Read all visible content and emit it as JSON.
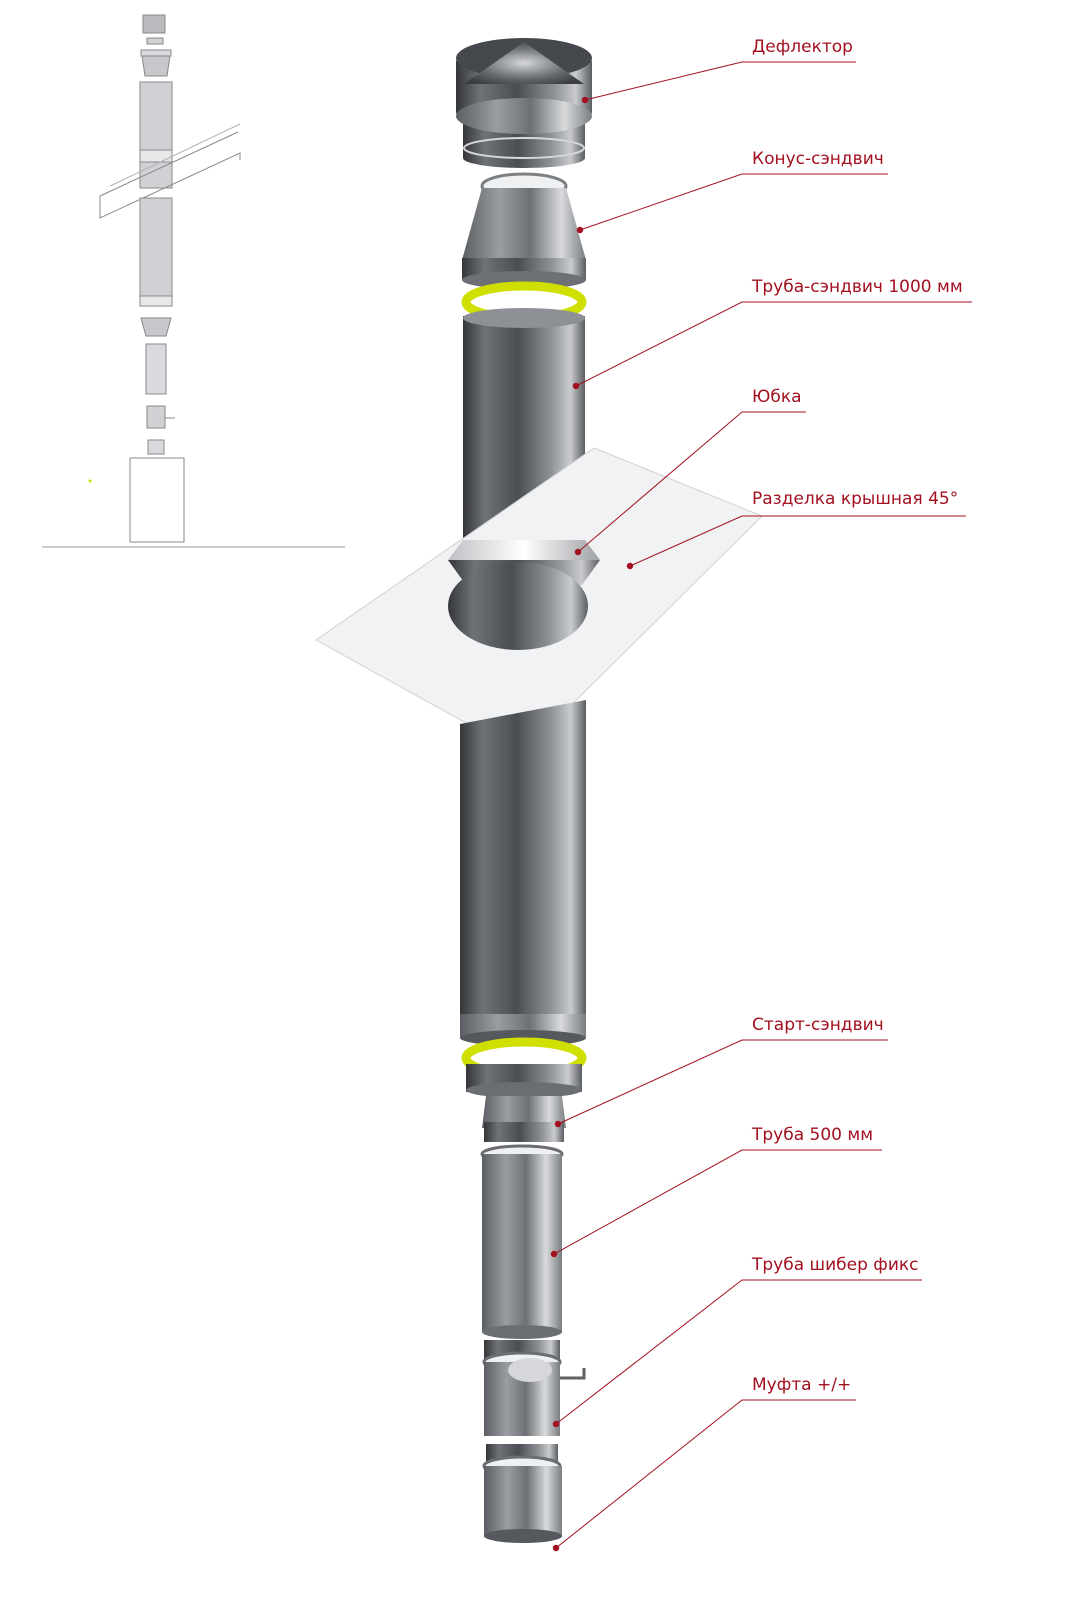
{
  "colors": {
    "accent": "#a3101f",
    "steel_dark": "#3b3d40",
    "steel_mid": "#8c8f93",
    "steel_light": "#e4e6e8",
    "seal": "#cfe000",
    "roof_plate": "#f1f2f3",
    "sketch_line": "#8a8a8a"
  },
  "diagram": {
    "labels": [
      {
        "id": "deflector",
        "text": "Дефлектор"
      },
      {
        "id": "cone",
        "text": "Конус-сэндвич"
      },
      {
        "id": "pipe1000",
        "text": "Труба-сэндвич 1000 мм"
      },
      {
        "id": "skirt",
        "text": "Юбка"
      },
      {
        "id": "roof",
        "text": "Разделка крышная 45°"
      },
      {
        "id": "start",
        "text": "Старт-сэндвич"
      },
      {
        "id": "pipe500",
        "text": "Труба 500 мм"
      },
      {
        "id": "damper",
        "text": "Труба шибер фикс"
      },
      {
        "id": "coupling",
        "text": "Муфта +/+"
      }
    ],
    "icons": {
      "main_assembly": "exploded-chimney-icon",
      "overview": "chimney-overview-sketch-icon"
    }
  }
}
